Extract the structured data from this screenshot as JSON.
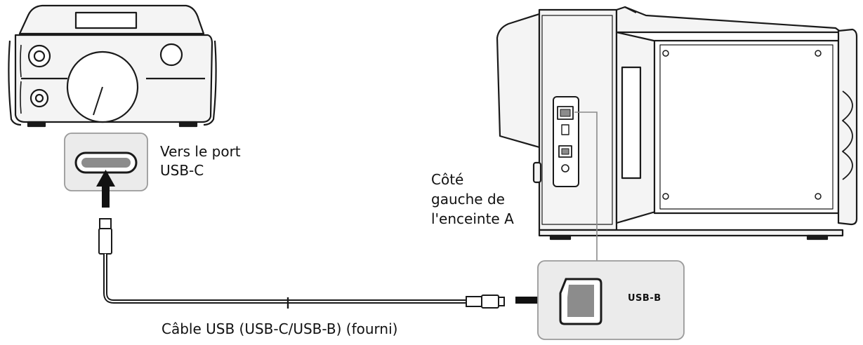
{
  "labels": {
    "usbc_port_line1": "Vers le port",
    "usbc_port_line2": "USB-C",
    "speaker_side_line1": "Côté",
    "speaker_side_line2": "gauche de",
    "speaker_side_line3": "l'enceinte A",
    "usbb_port": "USB-B",
    "cable": "Câble USB (USB-C/USB-B) (fourni)"
  },
  "colors": {
    "stroke": "#1a1a1a",
    "callout_border": "#9a9a9a",
    "callout_fill": "#ebebeb",
    "port_fill": "#8c8c8c",
    "arrow": "#111111",
    "device_fill": "#f2f2f2"
  }
}
